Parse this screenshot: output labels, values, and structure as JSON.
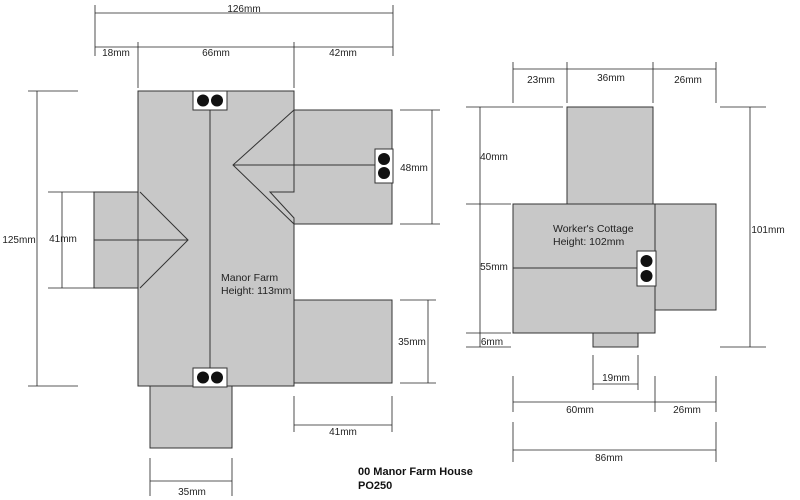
{
  "title": {
    "line1": "00 Manor Farm House",
    "line2": "PO250"
  },
  "manor": {
    "name": "Manor Farm",
    "height": "Height: 113mm",
    "dims": {
      "total_width": "126mm",
      "left": "18mm",
      "middle": "66mm",
      "right": "42mm",
      "total_height": "125mm",
      "left_wing": "41mm",
      "right_upper_wing": "48mm",
      "right_lower_block": "35mm",
      "lower_right_width": "41mm",
      "bottom_porch_width": "35mm"
    }
  },
  "cottage": {
    "name": "Worker's Cottage",
    "height": "Height: 102mm",
    "dims": {
      "top_left": "23mm",
      "top_middle": "36mm",
      "top_right": "26mm",
      "upper_height": "40mm",
      "main_height": "55mm",
      "porch_height": "6mm",
      "total_height": "101mm",
      "porch_width": "19mm",
      "main_width": "60mm",
      "side_width": "26mm",
      "total_width": "86mm"
    }
  },
  "colors": {
    "fill": "#c8c8c8",
    "stroke": "#333333"
  }
}
